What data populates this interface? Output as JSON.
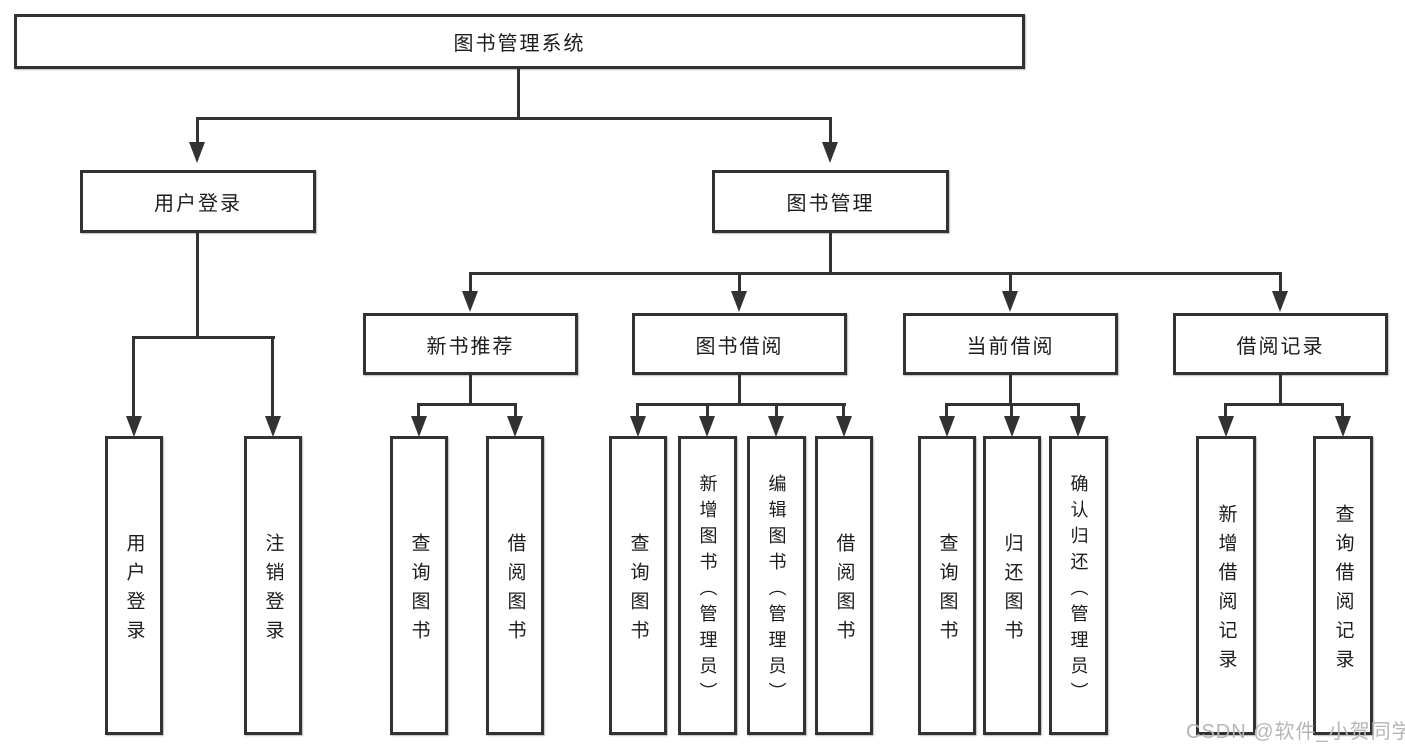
{
  "tree": {
    "root": "图书管理系统",
    "children": [
      {
        "label": "用户登录",
        "children": [
          "用户登录",
          "注销登录"
        ]
      },
      {
        "label": "图书管理",
        "children": [
          {
            "label": "新书推荐",
            "children": [
              "查询图书",
              "借阅图书"
            ]
          },
          {
            "label": "图书借阅",
            "children": [
              "查询图书",
              "新增图书（管理员）",
              "编辑图书（管理员）",
              "借阅图书"
            ]
          },
          {
            "label": "当前借阅",
            "children": [
              "查询图书",
              "归还图书",
              "确认归还（管理员）"
            ]
          },
          {
            "label": "借阅记录",
            "children": [
              "新增借阅记录",
              "查询借阅记录"
            ]
          }
        ]
      }
    ]
  },
  "watermark": {
    "text": "CSDN @软件_小贺同学"
  },
  "colors": {
    "background": "#ffffff",
    "line": "#323232",
    "box_border": "#323232",
    "text": "#1c1c1c",
    "watermark": "#b6b6b6"
  }
}
